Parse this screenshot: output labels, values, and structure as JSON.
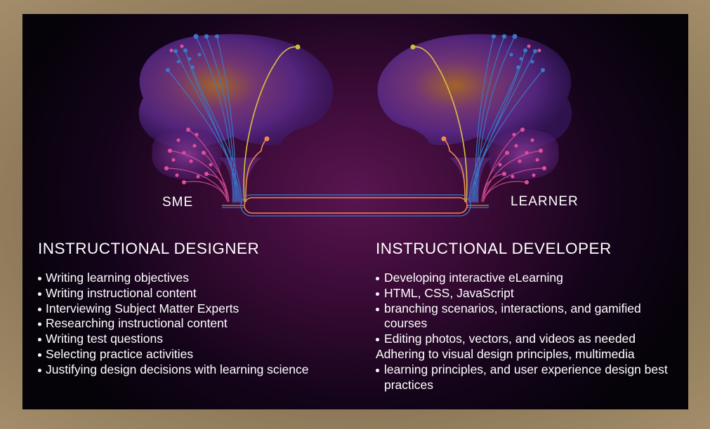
{
  "labels": {
    "sme": "SME",
    "learner": "LEARNER"
  },
  "designer": {
    "heading": "INSTRUCTIONAL DESIGNER",
    "items": [
      {
        "text": "Writing learning objectives",
        "bullet": true
      },
      {
        "text": "Writing instructional content",
        "bullet": true
      },
      {
        "text": "Interviewing Subject Matter Experts",
        "bullet": true
      },
      {
        "text": "Researching instructional content",
        "bullet": true
      },
      {
        "text": "Writing test questions",
        "bullet": true
      },
      {
        "text": "Selecting practice activities",
        "bullet": true
      },
      {
        "text": "Justifying design decisions with learning science",
        "bullet": true
      }
    ]
  },
  "developer": {
    "heading": "INSTRUCTIONAL DEVELOPER",
    "items": [
      {
        "text": "Developing interactive eLearning",
        "bullet": true
      },
      {
        "text": "HTML, CSS, JavaScript",
        "bullet": true
      },
      {
        "text": "branching scenarios, interactions, and gamified courses",
        "bullet": true
      },
      {
        "text": "Editing photos, vectors, and videos as needed",
        "bullet": true
      },
      {
        "text": "Adhering to visual design principles, multimedia",
        "bullet": false
      },
      {
        "text": "learning principles, and user experience design best practices",
        "bullet": true
      }
    ]
  },
  "colors": {
    "background": "#3a0b36",
    "frame": "#8a7656",
    "text": "#ffffff",
    "pink_node": "#e0509a",
    "blue_node": "#3a78c8",
    "yellow_line": "#d8c040",
    "orange_node": "#f08a50"
  }
}
